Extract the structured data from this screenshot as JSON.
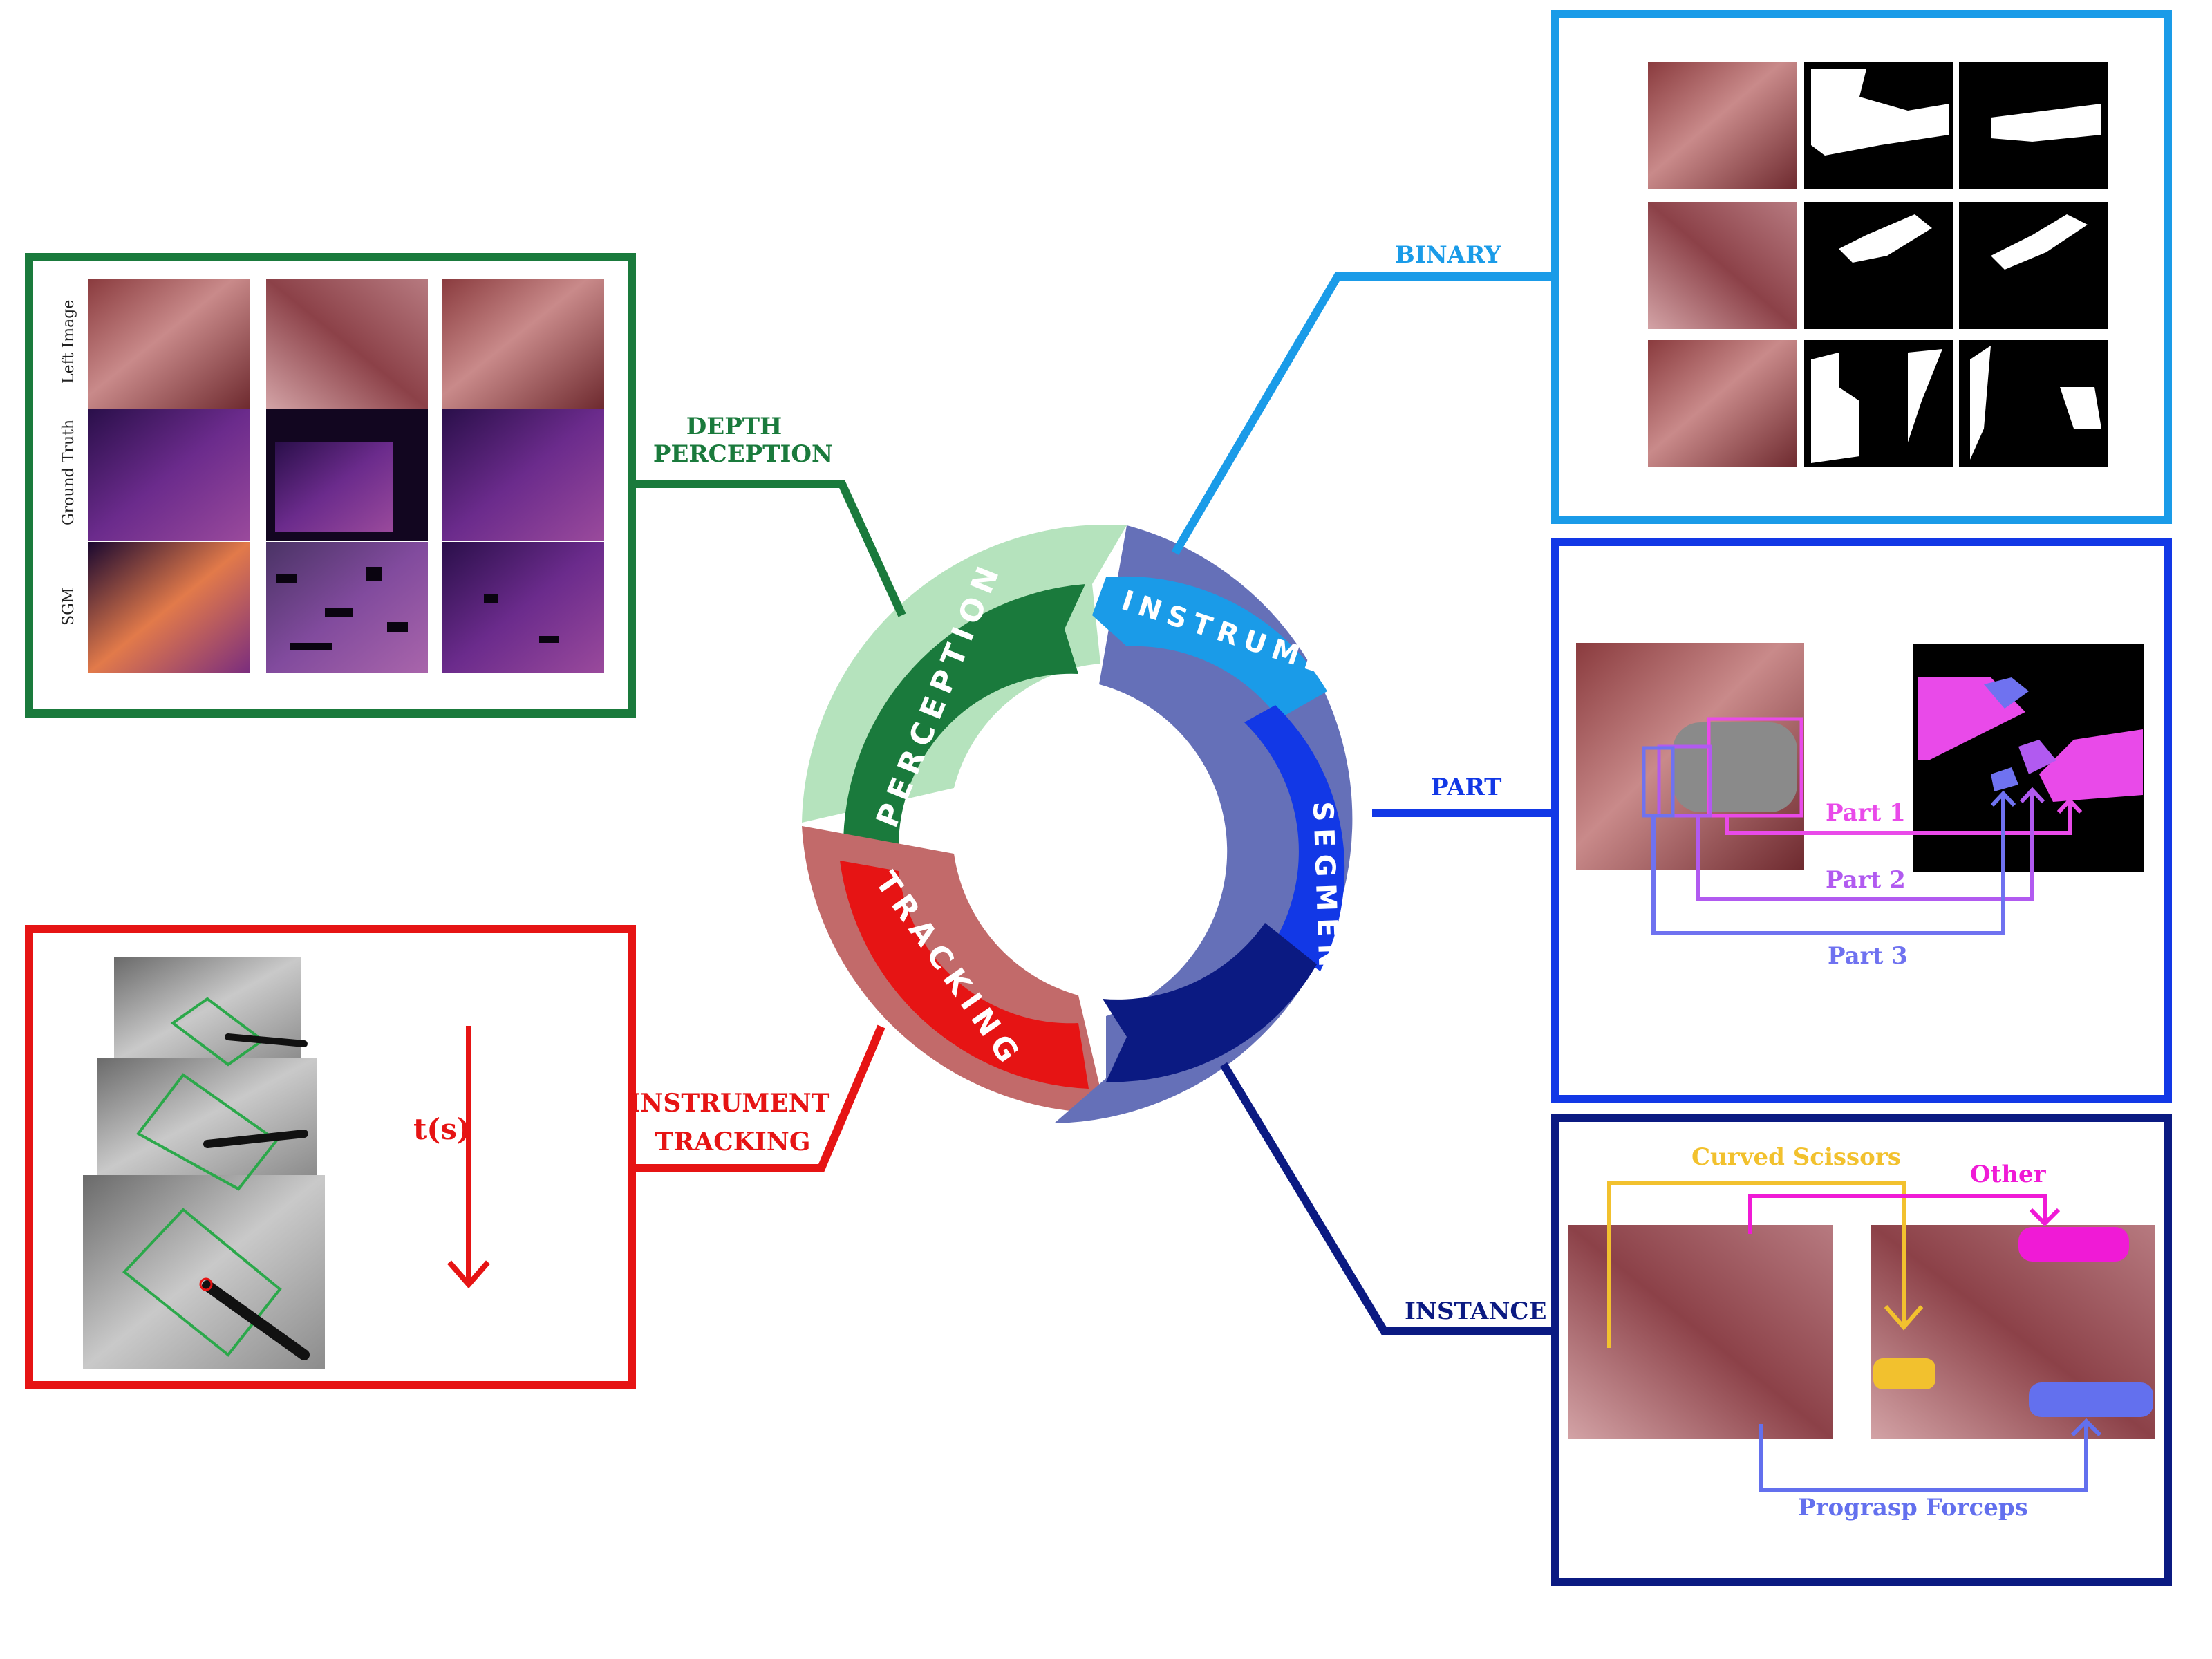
{
  "colors": {
    "depth": "#1a7a3c",
    "depth_light": "#b5e3bd",
    "binary": "#1a9be8",
    "part": "#1238e6",
    "instance": "#0b1a82",
    "segmentation_ring": "#6570b8",
    "tracking": "#e61414",
    "tracking_light": "#c26a6a",
    "part1": "#e94ae9",
    "part2": "#b15af0",
    "part3": "#6f72f0",
    "scissors": "#f2c12e",
    "other": "#f01ad6",
    "forceps": "#6370ee"
  },
  "wheel": {
    "perception": "PERCEPTION",
    "instrument": "INSTRUMENT",
    "segmentation": "SEGMENTATION",
    "tracking": "TRACKING"
  },
  "depth": {
    "title_line1": "DEPTH",
    "title_line2": "PERCEPTION",
    "rows": [
      "Left Image",
      "Ground Truth",
      "SGM"
    ]
  },
  "tracking": {
    "title_line1": "INSTRUMENT",
    "title_line2": "TRACKING",
    "time_label": "t(s)"
  },
  "segmentation": {
    "binary": "BINARY",
    "part": "PART",
    "instance": "INSTANCE",
    "part_labels": [
      "Part 1",
      "Part 2",
      "Part 3"
    ],
    "instance_labels": {
      "scissors": "Curved Scissors",
      "other": "Other",
      "forceps": "Prograsp Forceps"
    }
  }
}
